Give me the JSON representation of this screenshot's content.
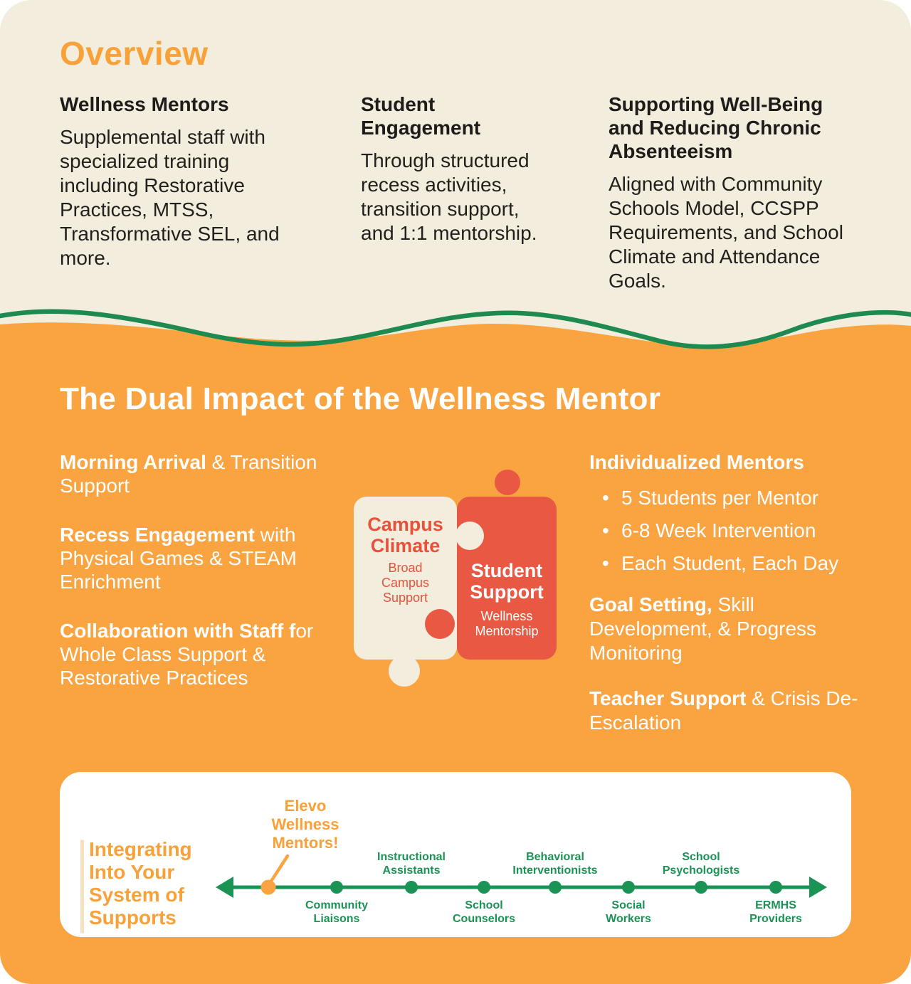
{
  "colors": {
    "cream": "#F2EDDC",
    "orange": "#F9A441",
    "orange_text": "#F9A139",
    "green": "#1B9355",
    "wave_green": "#1F8A50",
    "red": "#E85842",
    "red_text": "#E8513B",
    "dark_text": "#221F1D",
    "card_white": "#FFFFFF",
    "pale_bar": "#F8DFBD"
  },
  "overview": {
    "title": "Overview",
    "cards": [
      {
        "heading": "Wellness Mentors",
        "body": "Supplemental staff with specialized training including Restorative Practices, MTSS, Transformative SEL, and more."
      },
      {
        "heading": "Student Engagement",
        "body": "Through structured recess activities, transition support, and 1:1 mentorship."
      },
      {
        "heading": "Supporting Well-Being and Reducing Chronic Absenteeism",
        "body": "Aligned with Community Schools Model, CCSPP Requirements, and School Climate and Attendance Goals."
      }
    ]
  },
  "dual": {
    "title": "The Dual Impact of the Wellness Mentor",
    "left": [
      {
        "bold": "Morning Arrival",
        "rest": " & Transition Support"
      },
      {
        "bold": "Recess Engagement",
        "rest": " with Physical Games & STEAM Enrichment"
      },
      {
        "bold": "Collaboration with Staff f",
        "rest": "or Whole Class Support & Restorative Practices"
      }
    ],
    "puzzle": {
      "left_title": "Campus Climate",
      "left_subtitle": "Broad Campus Support",
      "right_title": "Student Support",
      "right_subtitle": "Wellness Mentorship"
    },
    "right": {
      "heading": "Individualized Mentors",
      "bullets": [
        "5 Students per Mentor",
        "6-8 Week Intervention",
        "Each Student, Each Day"
      ],
      "goal_bold": "Goal Setting,",
      "goal_rest": " Skill Development, & Progress Monitoring",
      "teacher_bold": "Teacher Support",
      "teacher_rest": " & Crisis De-Escalation"
    }
  },
  "timeline": {
    "heading": "Integrating\nInto Your\nSystem of\nSupports",
    "highlight": "Elevo\nWellness\nMentors!",
    "labels": [
      "Community\nLiaisons",
      "Instructional\nAssistants",
      "School\nCounselors",
      "Behavioral\nInterventionists",
      "Social\nWorkers",
      "School\nPsychologists",
      "ERMHS\nProviders"
    ]
  }
}
